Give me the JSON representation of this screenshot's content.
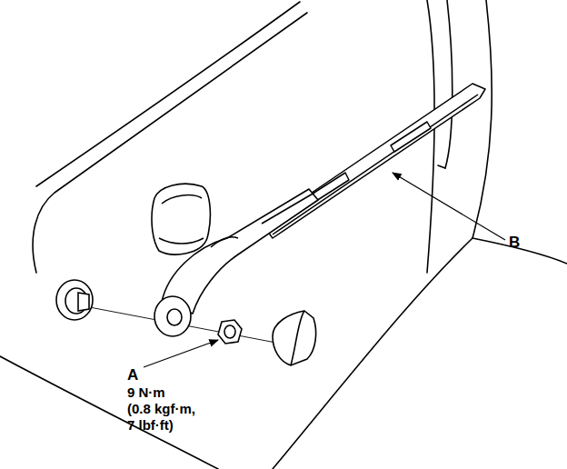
{
  "diagram": {
    "labels": [
      "A",
      "9 N·m",
      "(0.8 kgf·m,",
      "7 lbf·ft)",
      "B"
    ]
  }
}
